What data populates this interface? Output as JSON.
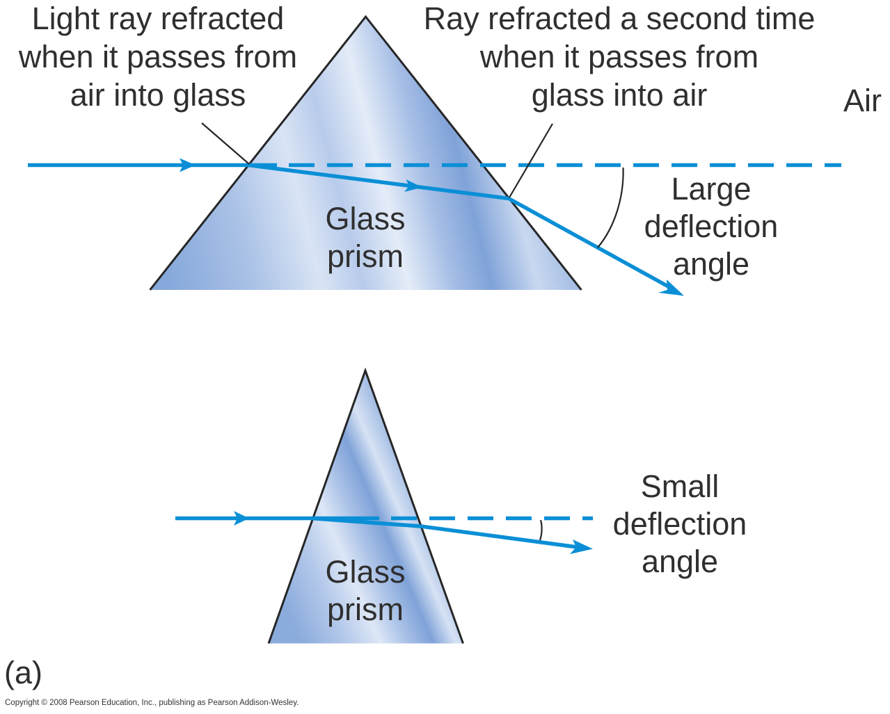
{
  "figure": {
    "panel_label": "(a)",
    "copyright": "Copyright © 2008 Pearson Education, Inc., publishing as Pearson Addison-Wesley.",
    "medium_label": "Air",
    "colors": {
      "ray": "#0a8fd6",
      "prism_edge": "#262626",
      "text": "#2f2f2f",
      "glass_light": "#e3ebf7",
      "glass_dark": "#7fa2d8"
    }
  },
  "top_diagram": {
    "callout_entry": {
      "lines": [
        "Light ray refracted",
        "when it passes from",
        "air into glass"
      ]
    },
    "callout_exit": {
      "lines": [
        "Ray refracted a second time",
        "when it passes from",
        "glass into air"
      ]
    },
    "prism_label": {
      "lines": [
        "Glass",
        "prism"
      ]
    },
    "angle_label": {
      "lines": [
        "Large",
        "deflection",
        "angle"
      ]
    }
  },
  "bottom_diagram": {
    "prism_label": {
      "lines": [
        "Glass",
        "prism"
      ]
    },
    "angle_label": {
      "lines": [
        "Small",
        "deflection",
        "angle"
      ]
    }
  }
}
